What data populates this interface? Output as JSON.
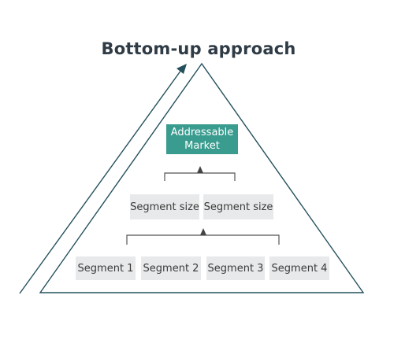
{
  "title": "Bottom-up approach",
  "top_box": {
    "label": "Addressable Market"
  },
  "middle_boxes": [
    {
      "label": "Segment size"
    },
    {
      "label": "Segment size"
    }
  ],
  "bottom_boxes": [
    {
      "label": "Segment 1"
    },
    {
      "label": "Segment 2"
    },
    {
      "label": "Segment 3"
    },
    {
      "label": "Segment 4"
    }
  ],
  "colors": {
    "outline": "#23505c",
    "accent_box": "#3a9c8f",
    "segment_box": "#e7e9ea",
    "connector": "#555555",
    "title": "#2f3b45"
  }
}
